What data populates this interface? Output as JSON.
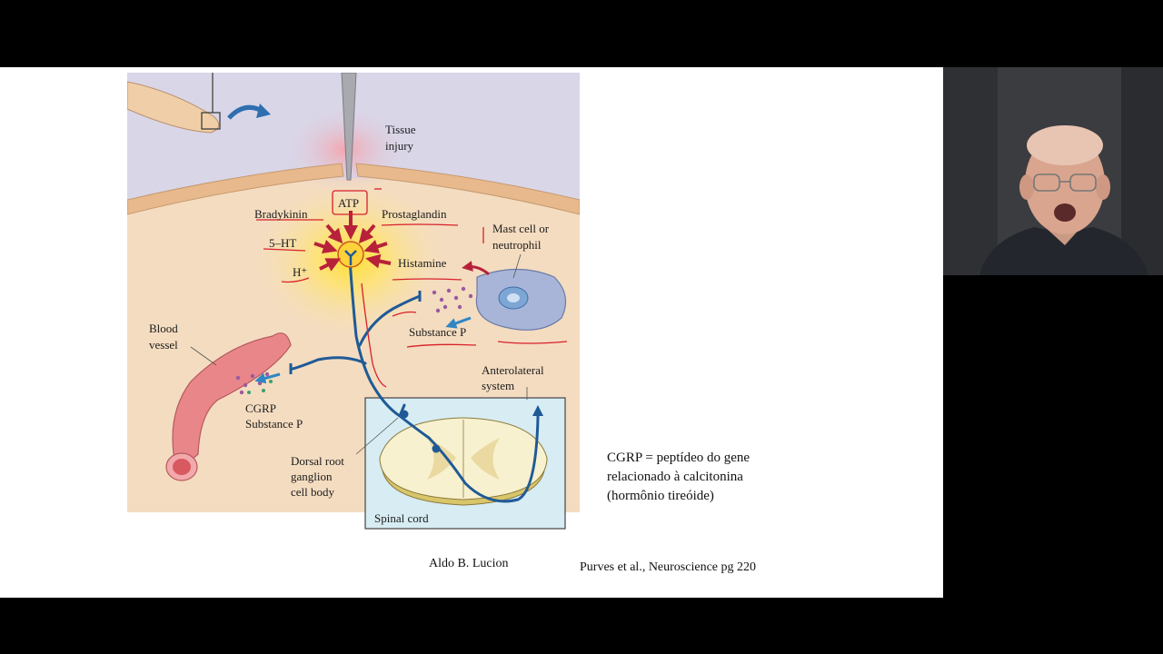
{
  "diagram": {
    "labels": {
      "tissue_injury_1": "Tissue",
      "tissue_injury_2": "injury",
      "atp": "ATP",
      "bradykinin": "Bradykinin",
      "prostaglandin": "Prostaglandin",
      "serotonin": "5–HT",
      "hydrogen": "H⁺",
      "histamine": "Histamine",
      "mast_cell_1": "Mast cell or",
      "mast_cell_2": "neutrophil",
      "substance_p": "Substance P",
      "blood_vessel_1": "Blood",
      "blood_vessel_2": "vessel",
      "cgrp": "CGRP",
      "cgrp_substance_p": "Substance P",
      "anterolateral_1": "Anterolateral",
      "anterolateral_2": "system",
      "dorsal_root_1": "Dorsal root",
      "dorsal_root_2": "ganglion",
      "dorsal_root_3": "cell body",
      "spinal_cord": "Spinal cord"
    }
  },
  "slide": {
    "note_lines": [
      "CGRP = peptídeo do gene",
      "relacionado à calcitonina",
      "(hormônio tireóide)"
    ],
    "author": "Aldo B. Lucion",
    "reference": "Purves et al., Neuroscience pg 220"
  },
  "colors": {
    "nerve": "#1f5a96",
    "annotation": "#d8202a",
    "skin": "#f4dcc0",
    "sky": "#d9d6e8",
    "vessel": "#e9868a"
  }
}
